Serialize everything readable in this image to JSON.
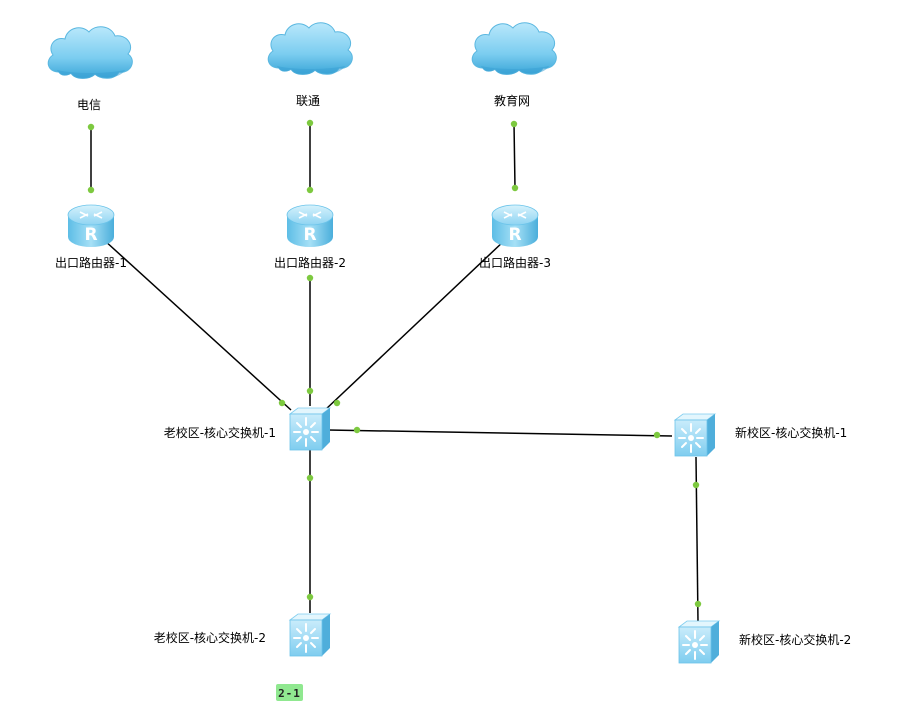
{
  "colors": {
    "link": "#000000",
    "port_dot": "#7dc93f",
    "cloud_fill": "#7ccdf0",
    "device_fill": "#8fd4f2",
    "tag_fill": "#90e890"
  },
  "nodes": {
    "cloud_telecom": {
      "label": "电信",
      "icon": "cloud-icon"
    },
    "cloud_unicom": {
      "label": "联通",
      "icon": "cloud-icon"
    },
    "cloud_edu": {
      "label": "教育网",
      "icon": "cloud-icon"
    },
    "router_1": {
      "label": "出口路由器-1",
      "icon": "router-icon"
    },
    "router_2": {
      "label": "出口路由器-2",
      "icon": "router-icon"
    },
    "router_3": {
      "label": "出口路由器-3",
      "icon": "router-icon"
    },
    "old_core_1": {
      "label": "老校区-核心交换机-1",
      "icon": "switch-icon"
    },
    "old_core_2": {
      "label": "老校区-核心交换机-2",
      "icon": "switch-icon"
    },
    "new_core_1": {
      "label": "新校区-核心交换机-1",
      "icon": "switch-icon"
    },
    "new_core_2": {
      "label": "新校区-核心交换机-2",
      "icon": "switch-icon"
    }
  },
  "links": [
    {
      "from": "cloud_telecom",
      "to": "router_1"
    },
    {
      "from": "cloud_unicom",
      "to": "router_2"
    },
    {
      "from": "cloud_edu",
      "to": "router_3"
    },
    {
      "from": "router_1",
      "to": "old_core_1"
    },
    {
      "from": "router_2",
      "to": "old_core_1"
    },
    {
      "from": "router_3",
      "to": "old_core_1"
    },
    {
      "from": "old_core_1",
      "to": "new_core_1"
    },
    {
      "from": "old_core_1",
      "to": "old_core_2"
    },
    {
      "from": "new_core_1",
      "to": "new_core_2"
    }
  ],
  "tag": {
    "text": "2-1"
  }
}
